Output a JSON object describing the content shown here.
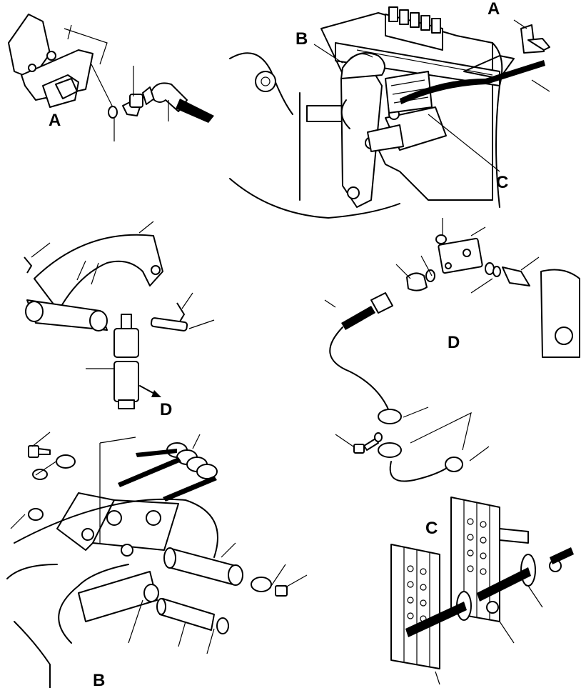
{
  "labels": {
    "view_a": "A",
    "view_b": "B",
    "view_c": "C",
    "view_d": "D"
  }
}
